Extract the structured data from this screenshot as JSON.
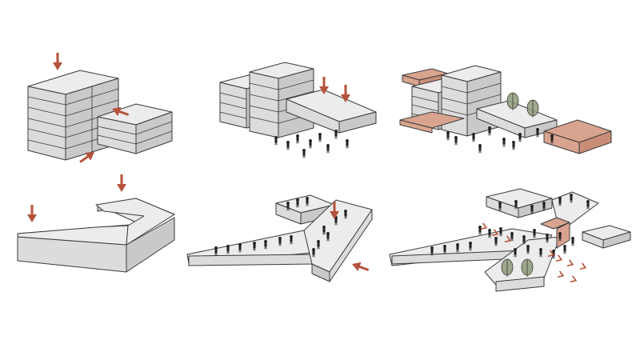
{
  "colors": {
    "background": "#ffffff",
    "mass_light": "#ececec",
    "mass_mid": "#dcdcdc",
    "mass_dark": "#c9c9c9",
    "stroke": "#3a3a3a",
    "arrow": "#b5523b",
    "terracotta_fill": "#d9a48f",
    "tree_fill": "#8f9b79",
    "figure": "#222222"
  },
  "icons": {
    "arrow": "red-arrow-icon",
    "tree": "tree-icon",
    "person": "person-figure-icon"
  },
  "diagrams": [
    {
      "id": "massing-step-1",
      "row": 1,
      "col": 1,
      "arrows": 3,
      "people": 0,
      "trees": 0,
      "highlights": 0
    },
    {
      "id": "massing-step-2",
      "row": 1,
      "col": 2,
      "arrows": 2,
      "people": 9,
      "trees": 0,
      "highlights": 0
    },
    {
      "id": "massing-step-3",
      "row": 1,
      "col": 3,
      "arrows": 0,
      "people": 10,
      "trees": 2,
      "highlights": 3
    },
    {
      "id": "massing-step-4",
      "row": 2,
      "col": 1,
      "arrows": 2,
      "people": 0,
      "trees": 0,
      "highlights": 0
    },
    {
      "id": "massing-step-5",
      "row": 2,
      "col": 2,
      "arrows": 2,
      "people": 16,
      "trees": 0,
      "highlights": 0
    },
    {
      "id": "massing-step-6",
      "row": 2,
      "col": 3,
      "arrows": 9,
      "people": 26,
      "trees": 2,
      "highlights": 2
    }
  ]
}
